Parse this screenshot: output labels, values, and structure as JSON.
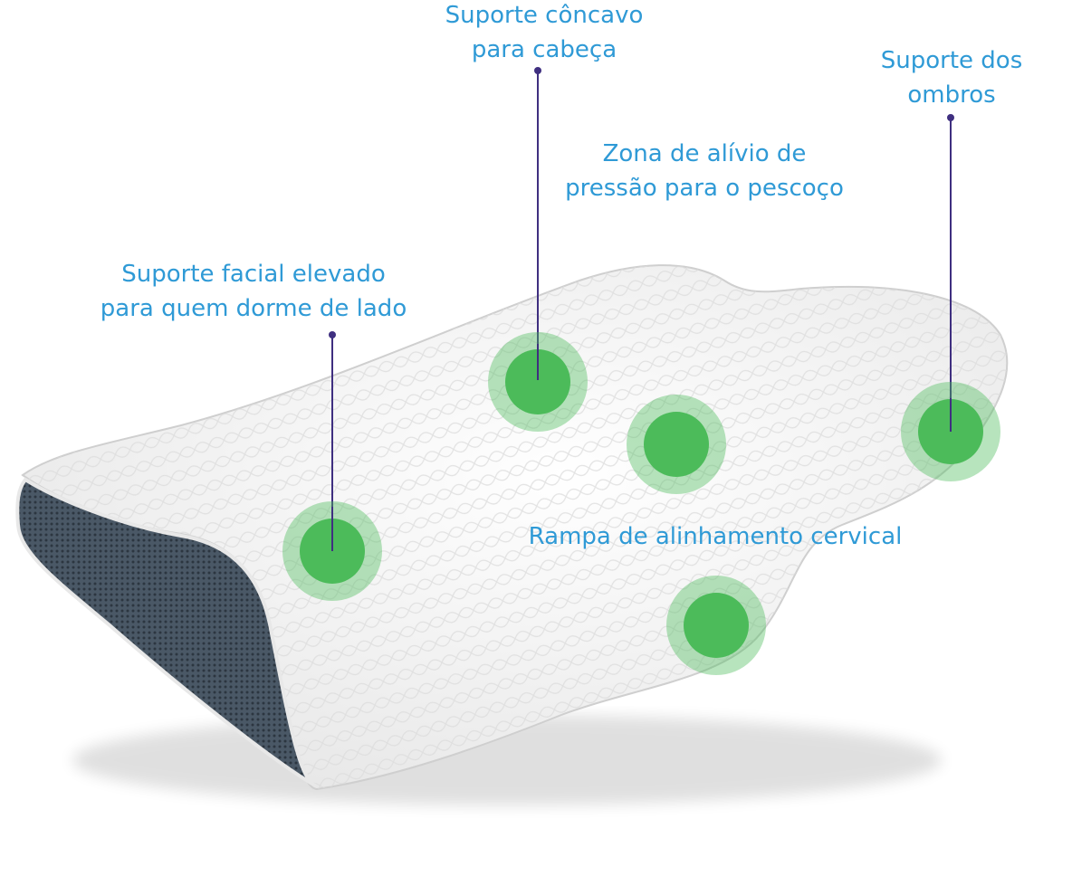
{
  "colors": {
    "label": "#2f9ad6",
    "leader": "#3f2f80",
    "marker": "#4cbb5a",
    "mesh": "#4a5866"
  },
  "labels": {
    "head": {
      "line1": "Suporte côncavo",
      "line2": "para cabeça"
    },
    "shoulders": {
      "line1": "Suporte dos",
      "line2": "ombros"
    },
    "neck": {
      "line1": "Zona de alívio de",
      "line2": "pressão para o pescoço"
    },
    "face": {
      "line1": "Suporte facial elevado",
      "line2": "para quem dorme de lado"
    },
    "ramp": {
      "line1": "Rampa de alinhamento cervical"
    }
  }
}
